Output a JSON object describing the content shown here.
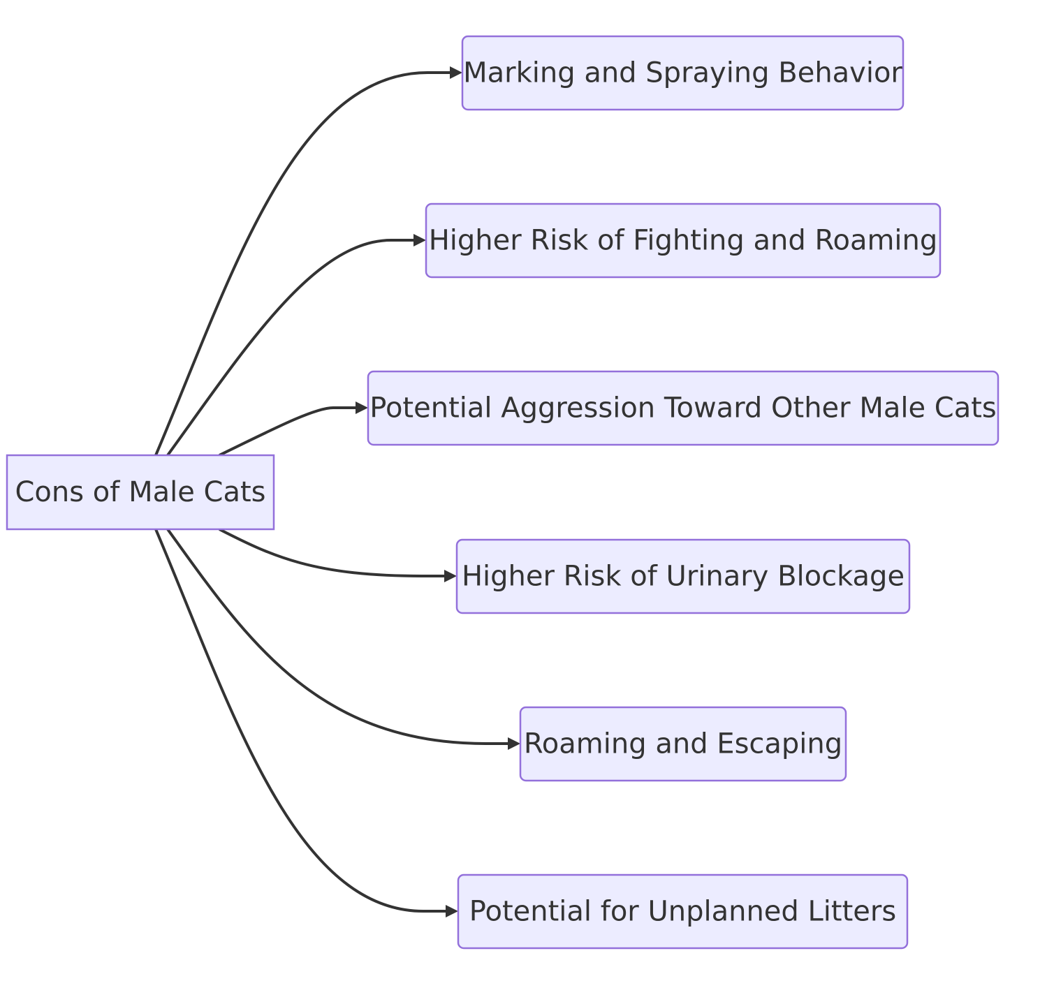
{
  "diagram": {
    "type": "flowchart",
    "direction": "left-to-right",
    "colors": {
      "node_fill": "#ECECFF",
      "node_border": "#9370DB",
      "text": "#333333",
      "edge": "#333333",
      "background": "#FFFFFF"
    },
    "root": {
      "id": "root",
      "label": "Cons of Male Cats"
    },
    "children": [
      {
        "id": "c1",
        "label": "Marking and Spraying Behavior"
      },
      {
        "id": "c2",
        "label": "Higher Risk of Fighting and Roaming"
      },
      {
        "id": "c3",
        "label": "Potential Aggression Toward Other Male Cats"
      },
      {
        "id": "c4",
        "label": "Higher Risk of Urinary Blockage"
      },
      {
        "id": "c5",
        "label": "Roaming and Escaping"
      },
      {
        "id": "c6",
        "label": "Potential for Unplanned Litters"
      }
    ],
    "edges": [
      {
        "from": "root",
        "to": "c1"
      },
      {
        "from": "root",
        "to": "c2"
      },
      {
        "from": "root",
        "to": "c3"
      },
      {
        "from": "root",
        "to": "c4"
      },
      {
        "from": "root",
        "to": "c5"
      },
      {
        "from": "root",
        "to": "c6"
      }
    ]
  }
}
